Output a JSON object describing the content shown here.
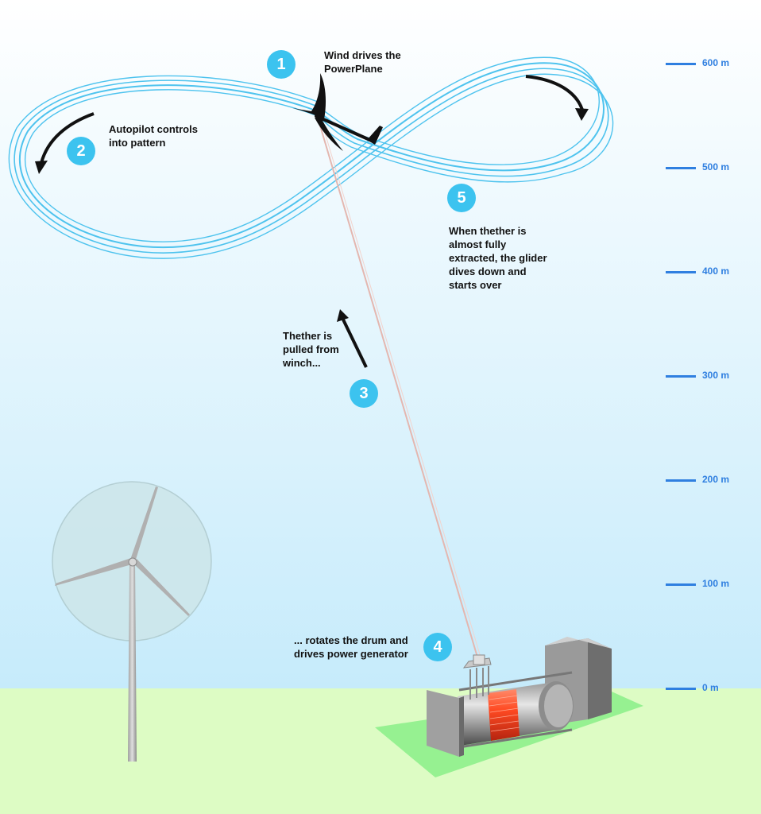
{
  "colors": {
    "sky_top": "#ffffff",
    "sky_bottom": "#c6ebfb",
    "ground": "#ddfcc4",
    "badge": "#3cc3ef",
    "scale": "#2f7fe0",
    "flight_path": "#4ec3ee",
    "drum_coil": "#ff4a22",
    "platform": "#8ef08c"
  },
  "steps": [
    {
      "number": "1",
      "text": "Wind drives the\nPowerPlane"
    },
    {
      "number": "2",
      "text": "Autopilot controls\ninto pattern"
    },
    {
      "number": "3",
      "text": "Thether is\npulled from\nwinch..."
    },
    {
      "number": "4",
      "text": "... rotates the drum and\ndrives power generator"
    },
    {
      "number": "5",
      "text": "When thether is\nalmost fully\nextracted, the glider\ndives down and\nstarts over"
    }
  ],
  "altitude_scale": [
    {
      "label": "600 m",
      "value": 600
    },
    {
      "label": "500 m",
      "value": 500
    },
    {
      "label": "400 m",
      "value": 400
    },
    {
      "label": "300 m",
      "value": 300
    },
    {
      "label": "200 m",
      "value": 200
    },
    {
      "label": "100 m",
      "value": 100
    },
    {
      "label": "0 m",
      "value": 0
    }
  ],
  "icons": {
    "glider": "glider-icon",
    "wind_turbine": "wind-turbine-icon",
    "winch": "winch-drum-icon",
    "direction_arrows": "arrow-icon"
  }
}
